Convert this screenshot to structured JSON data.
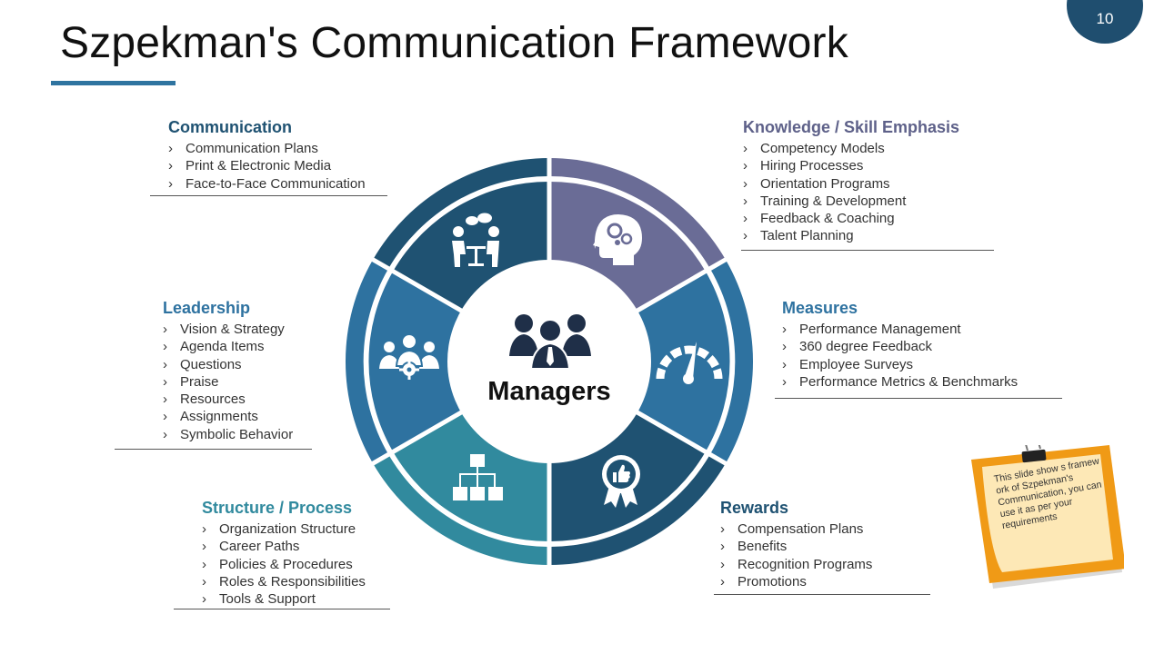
{
  "slide": {
    "title": "Szpekman's Communication Framework",
    "page_number": "10"
  },
  "colors": {
    "accent": "#2f74a0",
    "badge": "#1f4e6f",
    "dark_blue": "#1f5272",
    "purple": "#6a6c96",
    "mid_blue": "#2e72a0",
    "teal": "#318a9e",
    "ring_purple": "#6a6c96",
    "note_orange": "#f09a16",
    "note_paper": "#fde8b6"
  },
  "center": {
    "label": "Managers",
    "icon": "managers-group-icon"
  },
  "segments": [
    {
      "name": "communication",
      "icon": "meeting-icon"
    },
    {
      "name": "knowledge",
      "icon": "brain-gears-icon"
    },
    {
      "name": "measures",
      "icon": "speedometer-icon"
    },
    {
      "name": "rewards",
      "icon": "award-thumbs-up-icon"
    },
    {
      "name": "structure",
      "icon": "org-chart-icon"
    },
    {
      "name": "leadership",
      "icon": "team-gear-icon"
    }
  ],
  "blocks": {
    "communication": {
      "title": "Communication",
      "items": [
        "Communication Plans",
        "Print & Electronic Media",
        "Face-to-Face Communication"
      ]
    },
    "knowledge": {
      "title": "Knowledge / Skill Emphasis",
      "items": [
        "Competency Models",
        "Hiring Processes",
        "Orientation Programs",
        "Training & Development",
        "Feedback & Coaching",
        "Talent Planning"
      ]
    },
    "leadership": {
      "title": "Leadership",
      "items": [
        "Vision & Strategy",
        "Agenda Items",
        "Questions",
        "Praise",
        "Resources",
        "Assignments",
        "Symbolic Behavior"
      ]
    },
    "measures": {
      "title": "Measures",
      "items": [
        "Performance Management",
        "360 degree Feedback",
        "Employee Surveys",
        "Performance Metrics & Benchmarks"
      ]
    },
    "structure": {
      "title": "Structure / Process",
      "items": [
        "Organization Structure",
        "Career Paths",
        "Policies & Procedures",
        "Roles & Responsibilities",
        "Tools & Support"
      ]
    },
    "rewards": {
      "title": "Rewards",
      "items": [
        "Compensation Plans",
        "Benefits",
        "Recognition Programs",
        "Promotions"
      ]
    }
  },
  "note": {
    "text": "This slide show s framew ork of Szpekman's Communication, you can use it as per your requirements",
    "icon": "binder-clip-icon"
  }
}
